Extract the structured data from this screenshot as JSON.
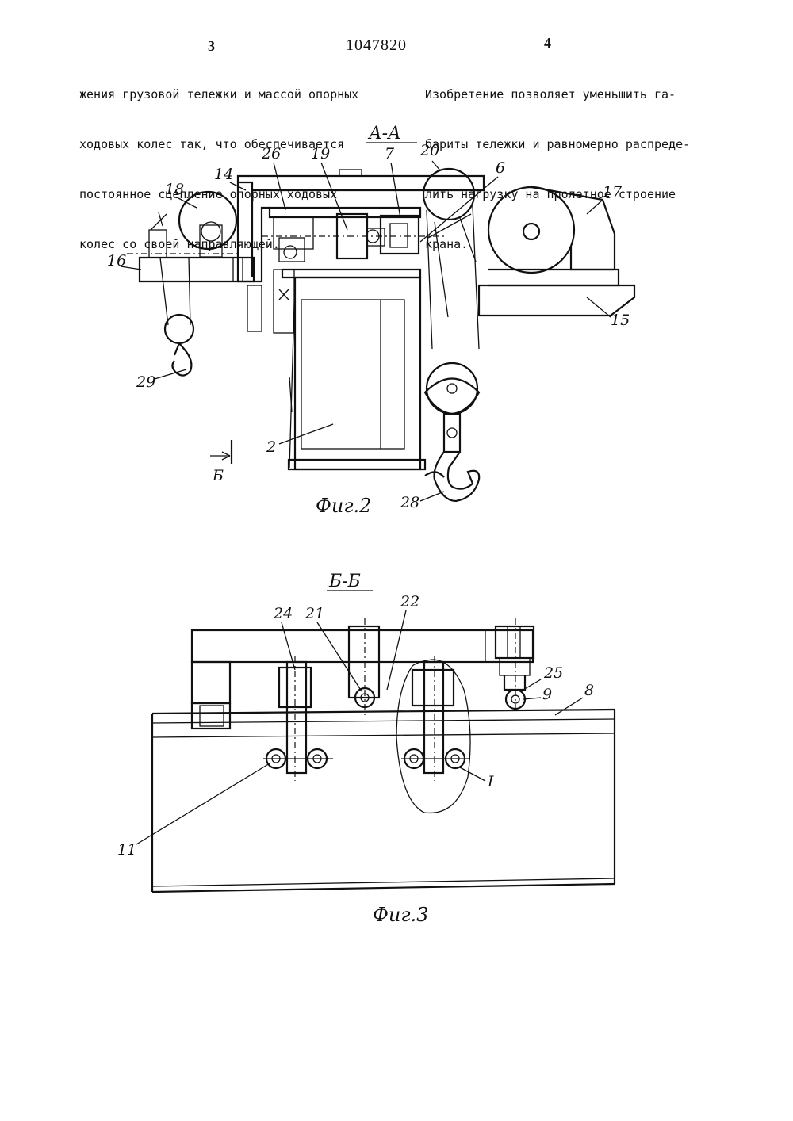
{
  "header": {
    "page_left": "3",
    "doc_number": "1047820",
    "page_right": "4"
  },
  "text": {
    "left_lines": [
      "жения грузовой тележки и массой опорных",
      "ходовых колес так, что обеспечивается",
      "постоянное сцепление опорных ходовых",
      "колес со своей направляющей."
    ],
    "right_lines": [
      "Изобретение позволяет уменьшить га-",
      "бариты тележки и равномерно распреде-",
      "лить нагрузку на пролетное строение",
      "крана."
    ]
  },
  "figure2": {
    "section": "А-А",
    "caption": "Фиг.2",
    "view_mark": "Б",
    "labels": [
      "26",
      "19",
      "7",
      "20",
      "6",
      "18",
      "14",
      "17",
      "16",
      "15",
      "29",
      "2",
      "28"
    ]
  },
  "figure3": {
    "section": "Б-Б",
    "caption": "Фиг.3",
    "labels": [
      "24",
      "21",
      "22",
      "25",
      "9",
      "8",
      "11",
      "I"
    ]
  }
}
